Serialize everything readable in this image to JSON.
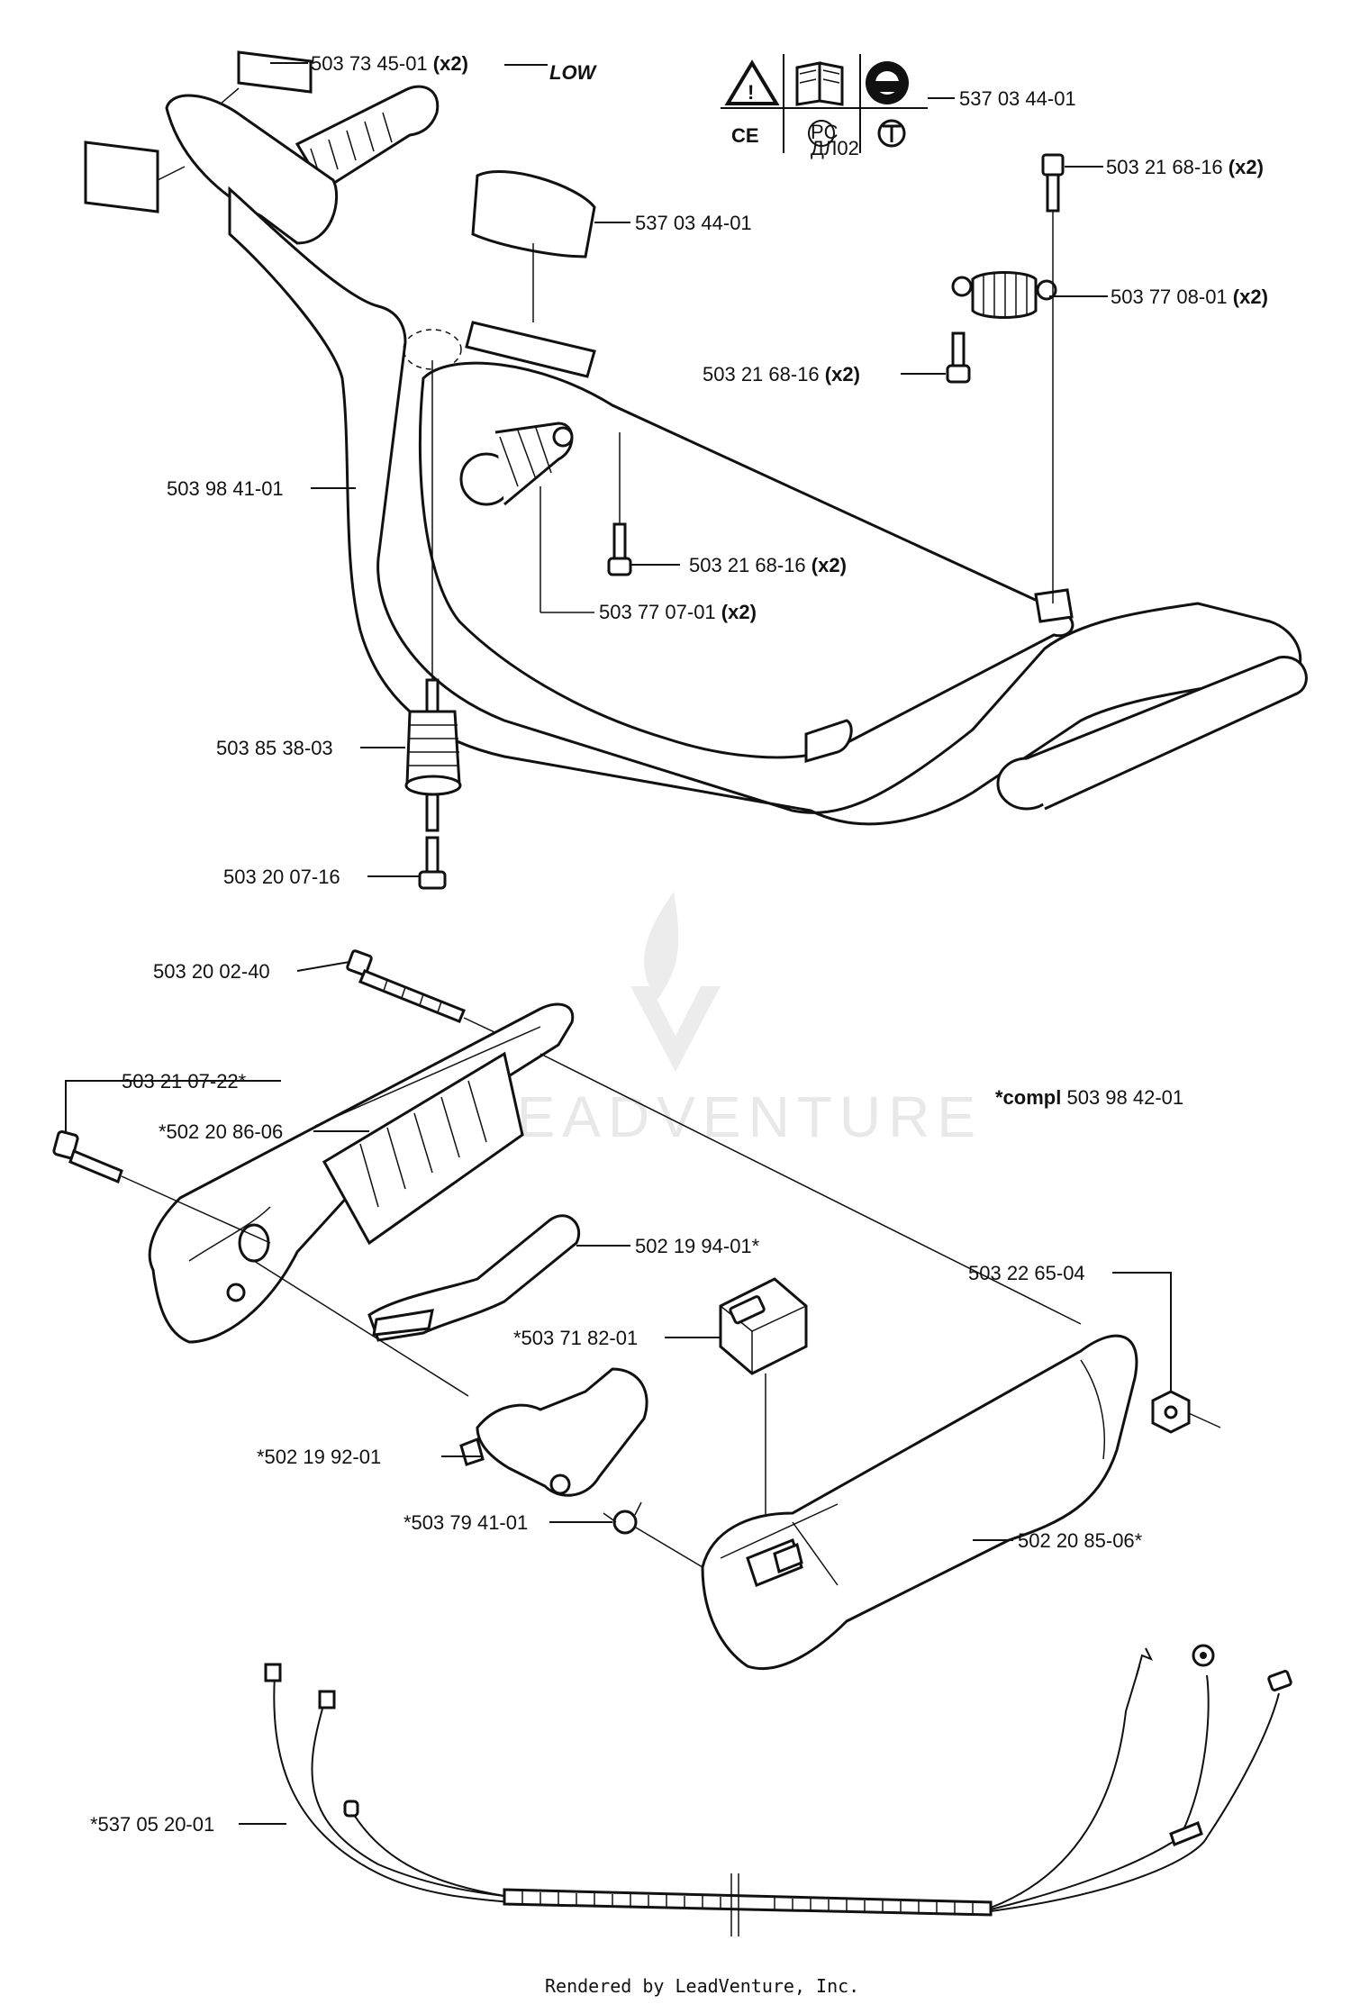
{
  "labels": {
    "decal_low": {
      "code": "503 73 45-01",
      "qty": "(x2)",
      "brand": "LOW"
    },
    "label_symbols": {
      "code": "537 03 44-01"
    },
    "label_handle": {
      "code": "537 03 44-01"
    },
    "screw_top": {
      "code": "503 21 68-16",
      "qty": "(x2)"
    },
    "spring_right": {
      "code": "503 77 08-01",
      "qty": "(x2)"
    },
    "screw_mid": {
      "code": "503 21 68-16",
      "qty": "(x2)"
    },
    "handlebar": {
      "code": "503 98 41-01"
    },
    "screw_low": {
      "code": "503 21 68-16",
      "qty": "(x2)"
    },
    "spring_left": {
      "code": "503 77 07-01",
      "qty": "(x2)"
    },
    "damper": {
      "code": "503 85 38-03"
    },
    "screw_bottom": {
      "code": "503 20 07-16"
    },
    "bolt_long": {
      "code": "503 20 02-40"
    },
    "screw_handle": {
      "code": "503 21 07-22*"
    },
    "handle_half_a": {
      "code": "*502 20 86-06"
    },
    "compl": {
      "prefix": "*compl",
      "code": "503 98 42-01"
    },
    "throttle_lock": {
      "code": "502 19 94-01*"
    },
    "nut": {
      "code": "503 22 65-04"
    },
    "switch": {
      "code": "*503 71 82-01"
    },
    "throttle_trigger": {
      "code": "*502 19 92-01"
    },
    "trigger_spring": {
      "code": "*503 79 41-01"
    },
    "handle_half_b": {
      "code": "502 20 85-06*"
    },
    "wire_harness": {
      "code": "*537 05 20-01"
    }
  },
  "symbols": [
    "warning-icon",
    "manual-book-icon",
    "ear-protection-icon",
    "ce-mark-icon",
    "rosstest-icon",
    "gost-icon"
  ],
  "symbol_text": {
    "ce": "CE",
    "pct_sub": "ДЛ02"
  },
  "watermark": "LEADVENTURE",
  "footer": "Rendered by LeadVenture, Inc."
}
